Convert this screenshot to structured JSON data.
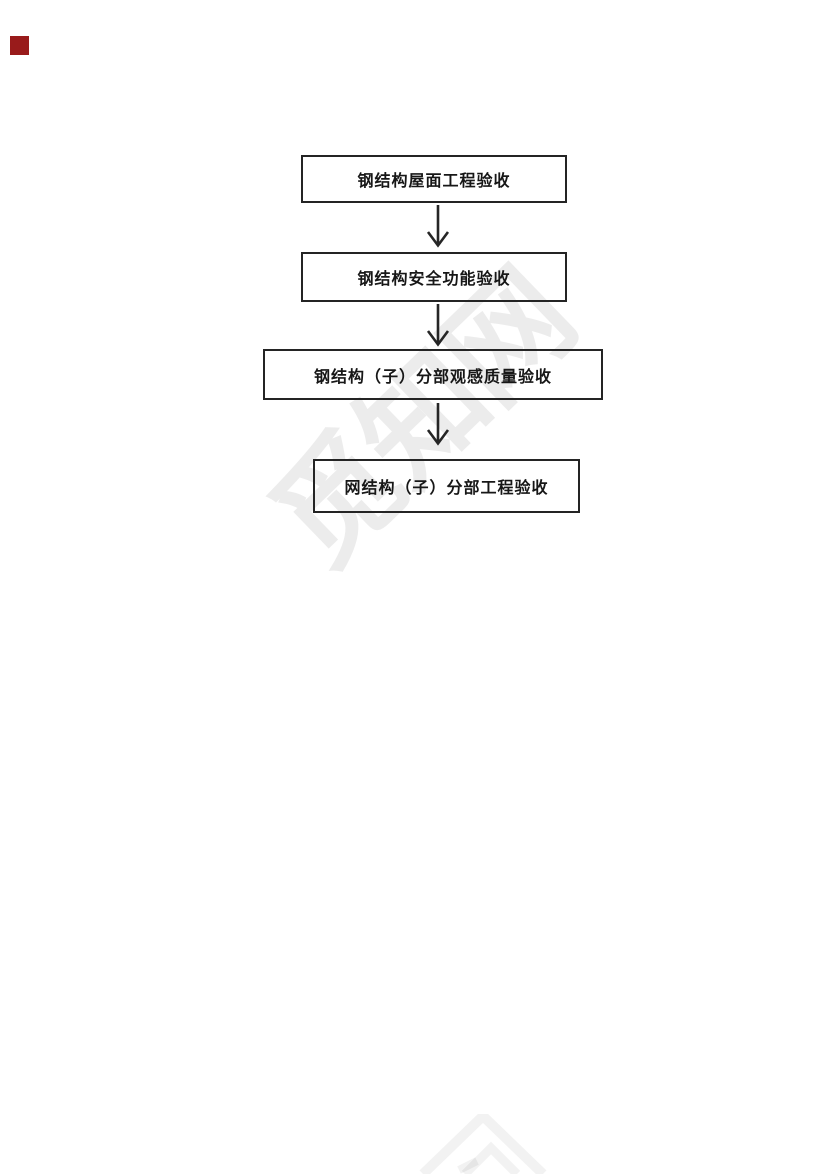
{
  "page": {
    "background_color": "#ffffff",
    "marker_color": "#991b1b"
  },
  "watermark": {
    "text": "觅知网",
    "color": "rgba(0,0,0,0.075)"
  },
  "flowchart": {
    "nodes": [
      {
        "label": "钢结构屋面工程验收"
      },
      {
        "label": "钢结构安全功能验收"
      },
      {
        "label": "钢结构（子）分部观感质量验收"
      },
      {
        "label": "网结构（子）分部工程验收"
      }
    ],
    "arrow_color": "#262626",
    "border_color": "#242424",
    "text_color": "#171717"
  }
}
